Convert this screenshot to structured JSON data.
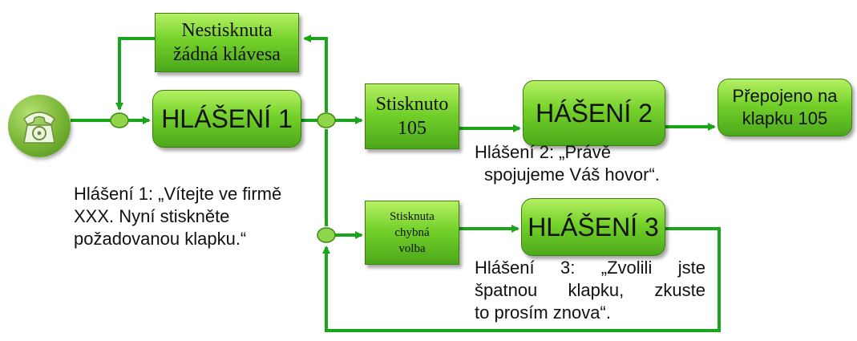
{
  "boxes": {
    "nestisknuta": {
      "line1": "Nestisknuta",
      "line2": "žádná klávesa"
    },
    "hlaseni1": "HLÁŠENÍ 1",
    "stisknuto": {
      "line1": "Stisknuto",
      "line2": "105"
    },
    "haseni2": "HÁŠENÍ 2",
    "prepojeno": {
      "line1": "Přepojeno na",
      "line2": "klapku 105"
    },
    "chybna": {
      "line1": "Stisknuta",
      "line2": "chybná",
      "line3": "volba"
    },
    "hlaseni3": "HLÁŠENÍ 3"
  },
  "notes": {
    "hlaseni1": {
      "line1": "Hlášení 1: „Vítejte ve firmě",
      "line2": "XXX. Nyní stiskněte",
      "line3": "požadovanou klapku.“"
    },
    "hlaseni2": {
      "line1": "Hlášení 2: „Právě",
      "line2": "spojujeme Váš hovor“."
    },
    "hlaseni3": {
      "line1": "Hlášení 3: „Zvolili jste",
      "line2": "špatnou klapku, zkuste",
      "line3": "to prosím znova“."
    }
  },
  "icons": {
    "start": "telephone-icon"
  },
  "colors": {
    "accent": "#1aa51a",
    "box_light": "#b6f064",
    "box_dark": "#4ca81b",
    "node": "#8fd64a"
  }
}
